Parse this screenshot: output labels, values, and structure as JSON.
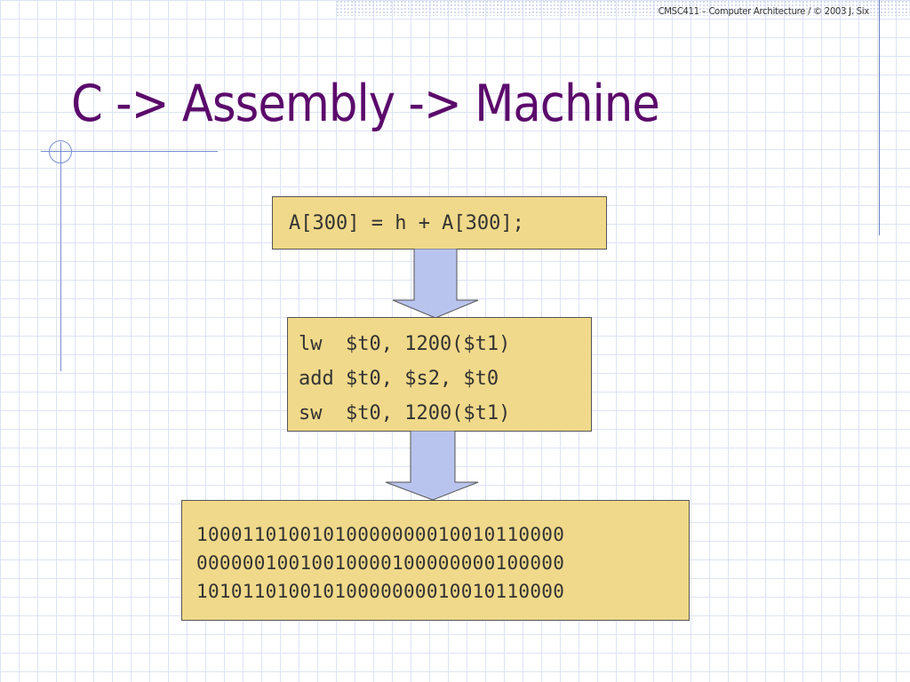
{
  "header": {
    "footer": "CMSC411 – Computer Architecture / © 2003 J. Six"
  },
  "slide": {
    "title": "C -> Assembly -> Machine",
    "c_code": "A[300] = h + A[300];",
    "assembly": [
      "lw  $t0, 1200($t1)",
      "add $t0, $s2, $t0",
      "sw  $t0, 1200($t1)"
    ],
    "machine": [
      "10001101001010000000010010110000",
      "00000010010010000100000000100000",
      "10101101001010000000010010110000"
    ]
  },
  "colors": {
    "title": "#5b0a6b",
    "box_fill": "#f0d98a",
    "arrow_fill": "#b9c4ee",
    "grid": "#dde3f2"
  }
}
